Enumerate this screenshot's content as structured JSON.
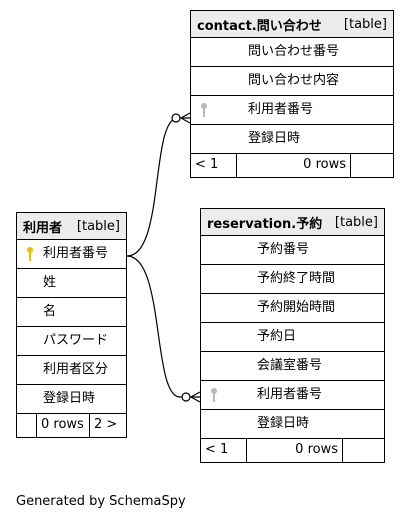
{
  "tables": {
    "contact": {
      "name": "contact.問い合わせ",
      "kind": "[table]",
      "columns": [
        "問い合わせ番号",
        "問い合わせ内容",
        "利用者番号",
        "登録日時"
      ],
      "footer": {
        "parents": "< 1",
        "rows": "0 rows",
        "children": ""
      }
    },
    "user": {
      "name": "利用者",
      "kind": "[table]",
      "columns": [
        "利用者番号",
        "姓",
        "名",
        "パスワード",
        "利用者区分",
        "登録日時"
      ],
      "footer": {
        "parents": "",
        "rows": "0 rows",
        "children": "2 >"
      }
    },
    "reservation": {
      "name": "reservation.予約",
      "kind": "[table]",
      "columns": [
        "予約番号",
        "予約終了時間",
        "予約開始時間",
        "予約日",
        "会議室番号",
        "利用者番号",
        "登録日時"
      ],
      "footer": {
        "parents": "< 1",
        "rows": "0 rows",
        "children": ""
      }
    }
  },
  "caption": "Generated by SchemaSpy",
  "colors": {
    "header_bg": "#ececec",
    "primary_key": "#e6c200",
    "foreign_key": "#b8b8b8"
  }
}
